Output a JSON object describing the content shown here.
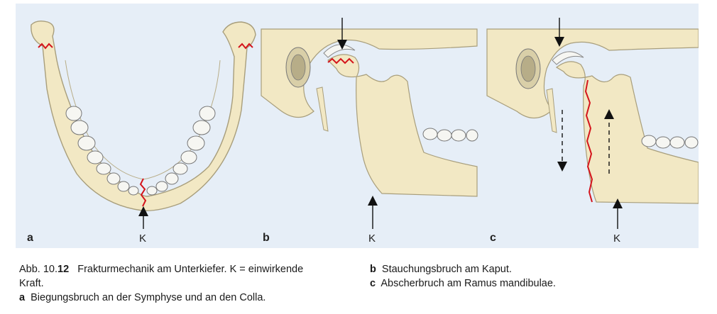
{
  "figure": {
    "panels": [
      {
        "letter": "a",
        "force_label": "K"
      },
      {
        "letter": "b",
        "force_label": "K"
      },
      {
        "letter": "c",
        "force_label": "K"
      }
    ],
    "colors": {
      "background": "#e6eef7",
      "bone": "#f2e8c4",
      "bone_stroke": "#a89e7c",
      "fracture": "#d4141c",
      "tooth": "#f6f6f2"
    }
  },
  "caption": {
    "number_prefix": "Abb. 10.",
    "number_bold": "12",
    "title": "Frakturmechanik am Unterkiefer. K = einwirkende",
    "title_cont": "Kraft.",
    "items": [
      {
        "letter": "a",
        "text": "Biegungsbruch an der Symphyse und an den Colla."
      },
      {
        "letter": "b",
        "text": "Stauchungsbruch am Kaput."
      },
      {
        "letter": "c",
        "text": "Abscherbruch am Ramus mandibulae."
      }
    ]
  }
}
